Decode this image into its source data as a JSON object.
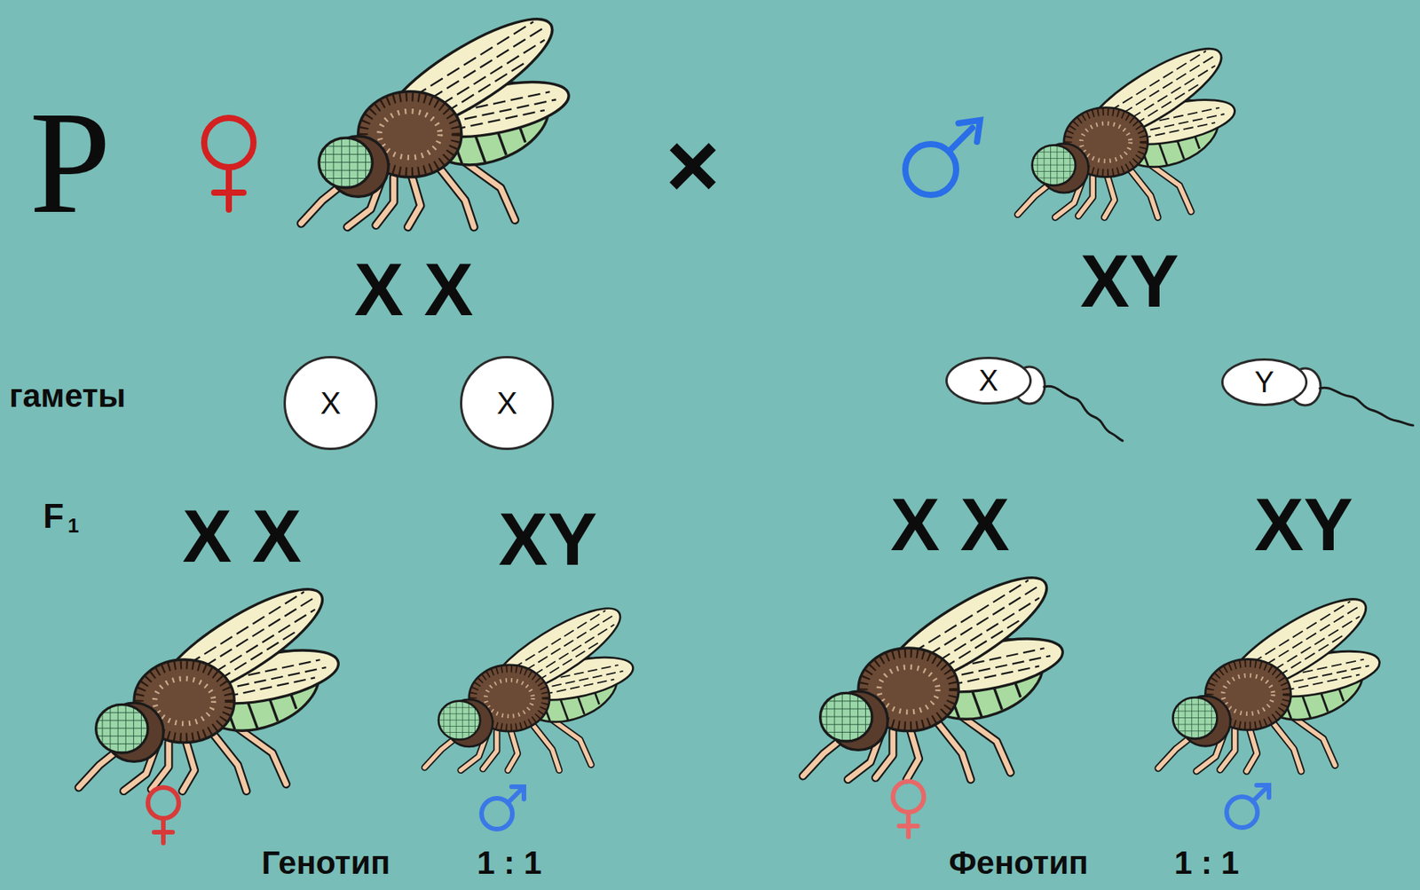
{
  "diagram": {
    "nodes": [
      {
        "text": [
          "X"
        ]
      },
      {
        "text": [
          "X"
        ]
      },
      {
        "text": [
          "X"
        ]
      },
      {
        "text": [
          "Y"
        ]
      }
    ],
    "labels": [
      "P",
      "×",
      "X X",
      "XY",
      "гаметы",
      "F",
      "1",
      "X X",
      "XY",
      "X X",
      "XY",
      "Генотип",
      "1 : 1",
      "Фенотип",
      "1 : 1"
    ]
  }
}
